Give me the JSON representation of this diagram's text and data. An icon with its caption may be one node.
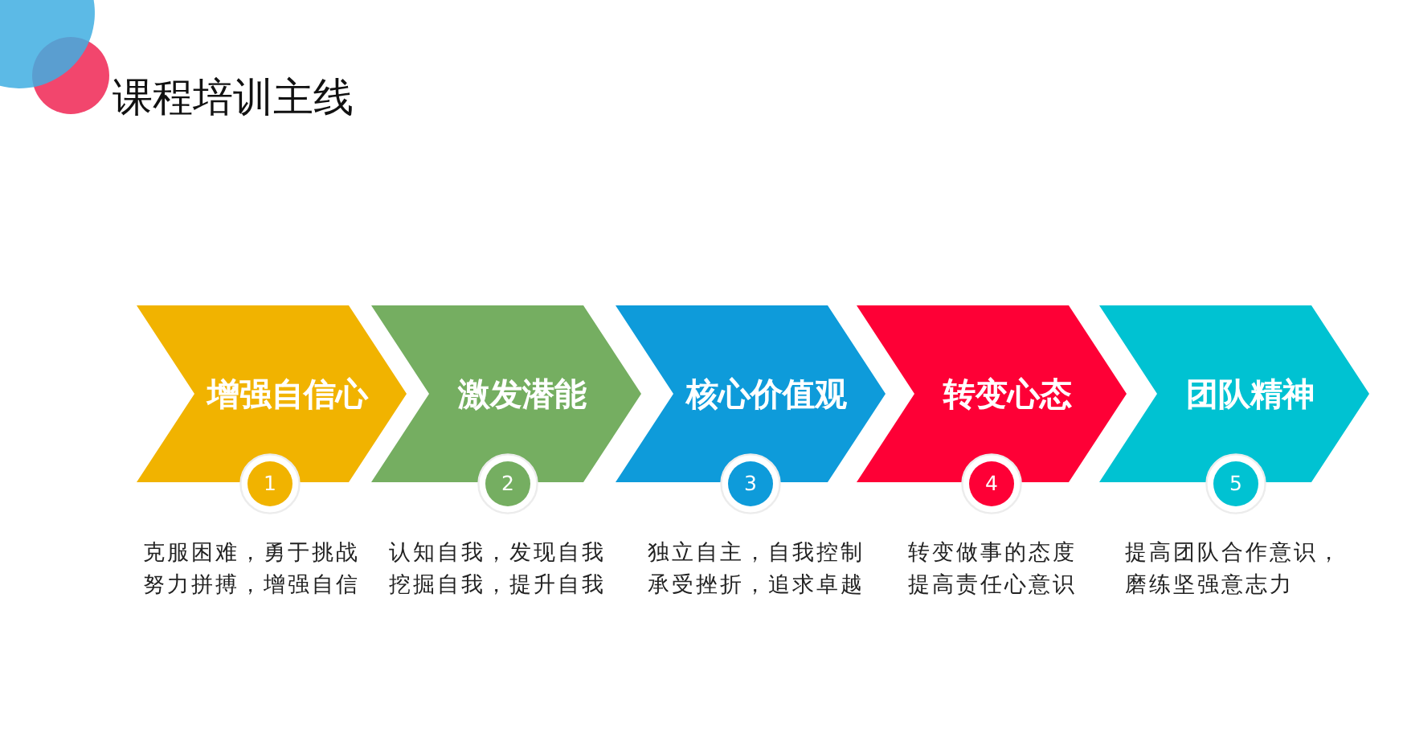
{
  "diagram": {
    "title": "课程培训主线",
    "nodes": [
      {
        "text": [
          "增强自信心"
        ]
      },
      {
        "text": [
          "激发潜能"
        ]
      },
      {
        "text": [
          "核心价值观"
        ]
      },
      {
        "text": [
          "转变心态"
        ]
      },
      {
        "text": [
          "团队精神"
        ]
      },
      {
        "text": [
          "1"
        ],
        "beside": [
          "克服困难，勇于挑战努力拼搏，增强自信"
        ]
      },
      {
        "text": [
          "2"
        ],
        "beside": [
          "认知自我，发现自我挖掘自我，提升自我"
        ]
      },
      {
        "text": [
          "3"
        ],
        "beside": [
          "独立自主，自我控制承受挫折，追求卓越"
        ]
      },
      {
        "text": [
          "4"
        ],
        "beside": [
          "转变做事的态度提高责任心意识"
        ]
      },
      {
        "text": [
          "5"
        ],
        "beside": [
          "提高团队合作意识，磨练坚强意志力"
        ]
      }
    ]
  }
}
